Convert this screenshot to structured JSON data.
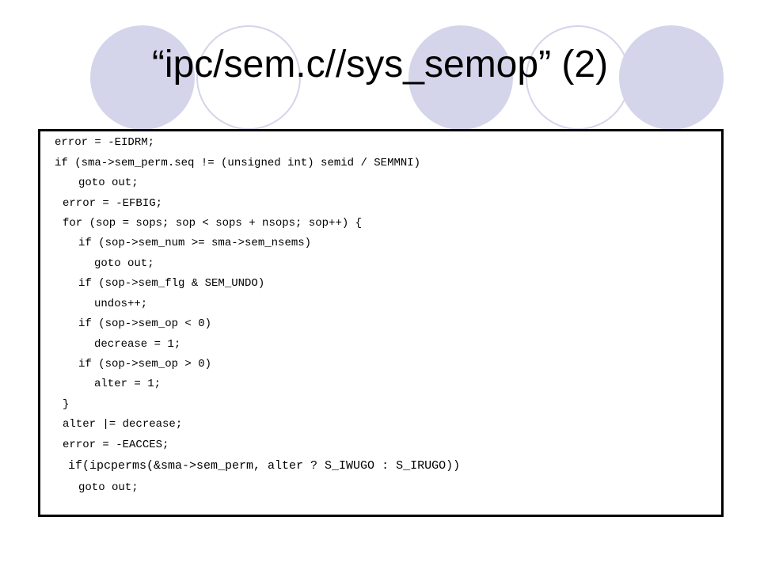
{
  "slide": {
    "title": "“ipc/sem.c//sys_semop” (2)",
    "accent_color": "#d4d4ea",
    "code_lines": [
      "error = -EIDRM;",
      "if (sma->sem_perm.seq != (unsigned int) semid / SEMMNI)",
      "goto out;",
      "error = -EFBIG;",
      "for (sop = sops; sop < sops + nsops; sop++) {",
      "if (sop->sem_num >= sma->sem_nsems)",
      "goto out;",
      "if (sop->sem_flg & SEM_UNDO)",
      "undos++;",
      "if (sop->sem_op < 0)",
      "decrease = 1;",
      "if (sop->sem_op > 0)",
      "alter = 1;",
      "}",
      "alter |= decrease;",
      "error = -EACCES;",
      "if(ipcperms(&sma->sem_perm, alter ? S_IWUGO : S_IRUGO))",
      "goto out;"
    ]
  }
}
